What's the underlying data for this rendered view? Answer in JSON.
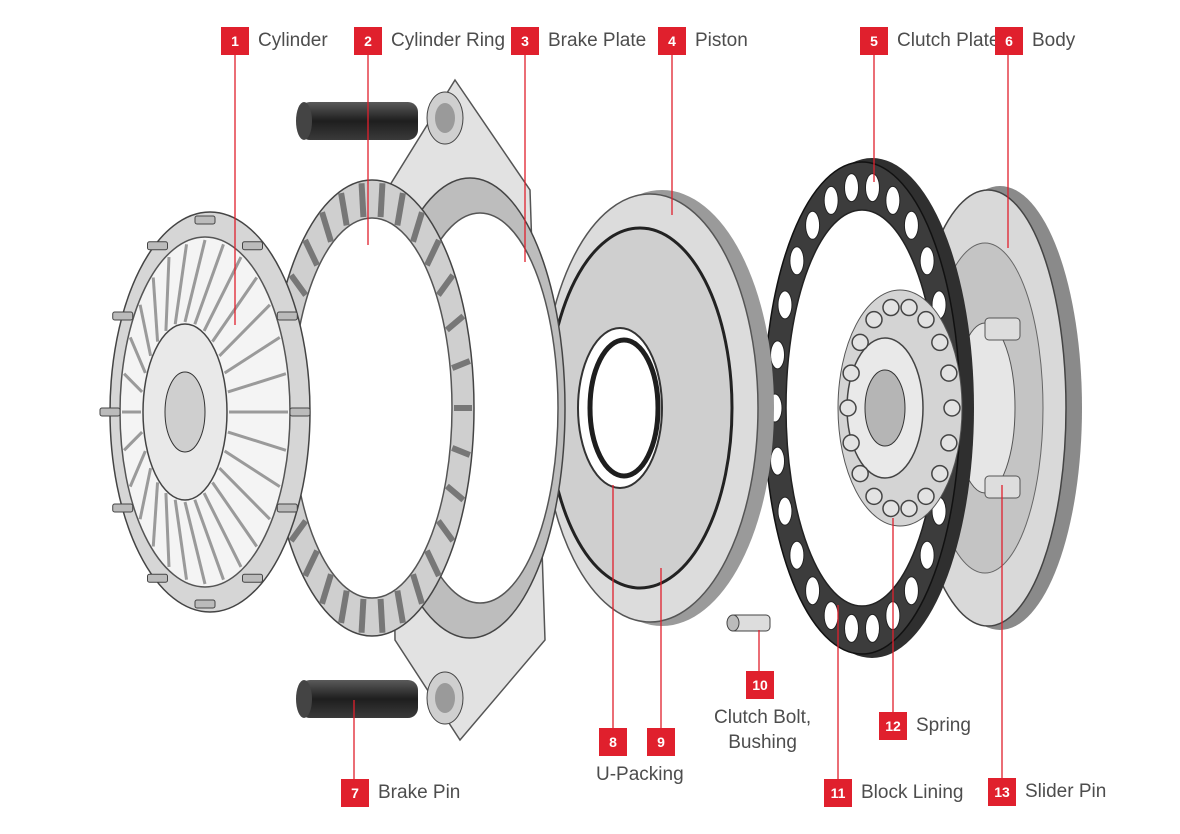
{
  "diagram": {
    "accent_color": "#e0202d",
    "line_color": "#e0202d",
    "label_color": "#4d4d4d",
    "callouts": [
      {
        "num": "1",
        "label": "Cylinder"
      },
      {
        "num": "2",
        "label": "Cylinder Ring"
      },
      {
        "num": "3",
        "label": "Brake Plate"
      },
      {
        "num": "4",
        "label": "Piston"
      },
      {
        "num": "5",
        "label": "Clutch Plate"
      },
      {
        "num": "6",
        "label": "Body"
      },
      {
        "num": "7",
        "label": "Brake Pin"
      },
      {
        "num": "8",
        "label": ""
      },
      {
        "num": "9",
        "label": ""
      },
      {
        "num": "10",
        "label": ""
      },
      {
        "num": "11",
        "label": "Block Lining"
      },
      {
        "num": "12",
        "label": "Spring"
      },
      {
        "num": "13",
        "label": "Slider Pin"
      }
    ],
    "u_packing_label": "U-Packing",
    "clutch_bolt_label_line1": "Clutch Bolt,",
    "clutch_bolt_label_line2": "Bushing"
  }
}
